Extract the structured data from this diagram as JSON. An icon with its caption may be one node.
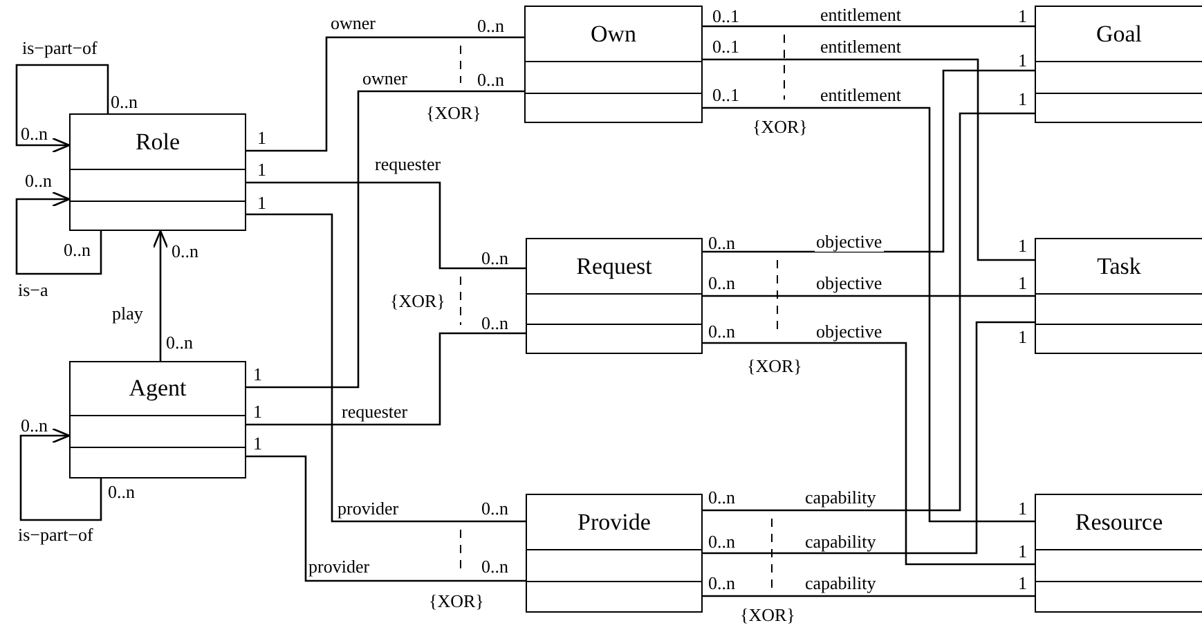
{
  "diagram": {
    "nodes": [
      {
        "text": [
          "Role"
        ]
      },
      {
        "text": [
          "Agent"
        ]
      },
      {
        "text": [
          "Own"
        ]
      },
      {
        "text": [
          "Request"
        ]
      },
      {
        "text": [
          "Provide"
        ]
      },
      {
        "text": [
          "Goal"
        ]
      },
      {
        "text": [
          "Task"
        ]
      },
      {
        "text": [
          "Resource"
        ]
      }
    ],
    "edges": [
      {
        "from": 0,
        "to": 0,
        "arrow": "to",
        "label": "is−part−of"
      },
      {
        "from": 0,
        "to": 0,
        "arrow": "to",
        "label": "is−a"
      },
      {
        "from": 1,
        "to": 0,
        "arrow": "to",
        "label": "play"
      },
      {
        "from": 1,
        "to": 1,
        "arrow": "to",
        "label": "is−part−of"
      },
      {
        "from": 0,
        "to": 2,
        "arrow": "none",
        "label": "owner"
      },
      {
        "from": 1,
        "to": 2,
        "arrow": "none",
        "label": "owner"
      },
      {
        "from": 0,
        "to": 3,
        "arrow": "none",
        "label": "requester"
      },
      {
        "from": 1,
        "to": 3,
        "arrow": "none",
        "label": "requester"
      },
      {
        "from": 0,
        "to": 4,
        "arrow": "none",
        "label": "provider"
      },
      {
        "from": 1,
        "to": 4,
        "arrow": "none",
        "label": "provider"
      },
      {
        "from": 2,
        "to": 5,
        "arrow": "none",
        "label": "entitlement"
      },
      {
        "from": 2,
        "to": 6,
        "arrow": "none",
        "label": "entitlement"
      },
      {
        "from": 2,
        "to": 7,
        "arrow": "none",
        "label": "entitlement"
      },
      {
        "from": 3,
        "to": 5,
        "arrow": "none",
        "label": "objective"
      },
      {
        "from": 3,
        "to": 6,
        "arrow": "none",
        "label": "objective"
      },
      {
        "from": 3,
        "to": 7,
        "arrow": "none",
        "label": "objective"
      },
      {
        "from": 4,
        "to": 5,
        "arrow": "none",
        "label": "capability"
      },
      {
        "from": 4,
        "to": 6,
        "arrow": "none",
        "label": "capability"
      },
      {
        "from": 4,
        "to": 7,
        "arrow": "none",
        "label": "capability"
      }
    ],
    "labels": [
      "0..n",
      "0..1",
      "1",
      "0..1",
      "0..n",
      "1",
      "0..n",
      "0..1",
      "1",
      "0..n",
      "1",
      "{XOR}",
      "{XOR}",
      "0..n",
      "1",
      "1",
      "0..n",
      "0..n",
      "1",
      "0..n",
      "0..n",
      "0..n",
      "1",
      "{XOR}",
      "0..n",
      "0..n",
      "0..n",
      "1",
      "{XOR}",
      "1",
      "1",
      "0..n",
      "1",
      "0..n",
      "0..n",
      "0..n",
      "1",
      "0..n",
      "1",
      "0..n",
      "0..n",
      "1",
      "{XOR}",
      "{XOR}"
    ]
  }
}
